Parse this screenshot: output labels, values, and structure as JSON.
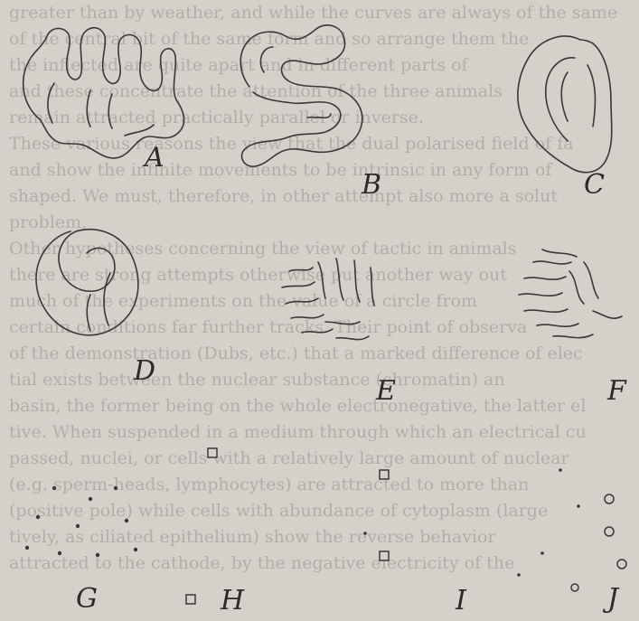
{
  "figure": {
    "labels": {
      "A": "A",
      "B": "B",
      "C": "C",
      "D": "D",
      "E": "E",
      "F": "F",
      "G": "G",
      "H": "H",
      "I": "I",
      "J": "J"
    }
  },
  "background_text": [
    "greater than by weather, and while the curves are always of the same",
    "of the central bit of the same form and so arrange them the",
    "the inflected are quite apart and in different parts of",
    "and these concentrate the attention of the three animals",
    "remain attracted practically parallel or inverse.",
    "These various reasons the view that the dual polarised field of fa",
    "and show the infinite movements to be intrinsic in any form of",
    "shaped. We must, therefore, in other attempt also more a solut",
    "problem.",
    "Other hypotheses concerning the view of tactic in animals",
    "there are strong attempts otherwise put another way out",
    "much of the experiments on the value of a circle from",
    "certain conditions far further tracks. Their point of observa",
    "of the demonstration (Dubs, etc.) that a marked difference of elec",
    "tial exists between the nuclear substance (chromatin) an",
    "basin, the former being on the whole electronegative, the latter el",
    "tive. When suspended in a medium through which an electrical cu",
    "passed, nuclei, or cells with a relatively large amount of nuclear",
    "(e.g. sperm-heads, lymphocytes) are attracted to more than",
    "(positive pole) while cells with abundance of cytoplasm (large",
    "tively, as ciliated epithelium) show the reverse behavior",
    "attracted to the cathode, by the negative electricity of the"
  ]
}
